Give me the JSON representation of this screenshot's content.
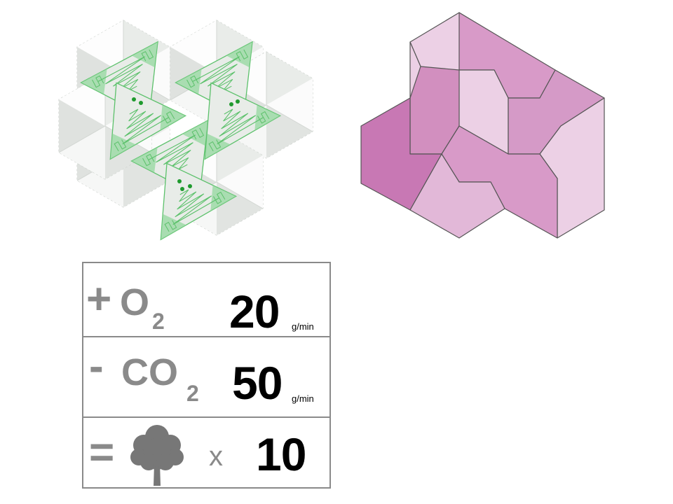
{
  "stats": {
    "o2": {
      "sign": "+",
      "symbol": "O",
      "subscript": "2",
      "value": "20",
      "unit": "g/min"
    },
    "co2": {
      "sign": "-",
      "symbol": "CO",
      "subscript": "2",
      "value": "50",
      "unit": "g/min"
    },
    "trees": {
      "sign": "=",
      "icon": "tree-icon",
      "times": "x",
      "value": "10"
    }
  },
  "colors": {
    "text_gray": "#8a8a8a",
    "panel_green": "#5cc16b",
    "dot_green": "#1f9a2e",
    "magenta_dark": "#c878b4",
    "magenta_mid": "#d59ac7",
    "magenta_light": "#ecd0e5"
  }
}
